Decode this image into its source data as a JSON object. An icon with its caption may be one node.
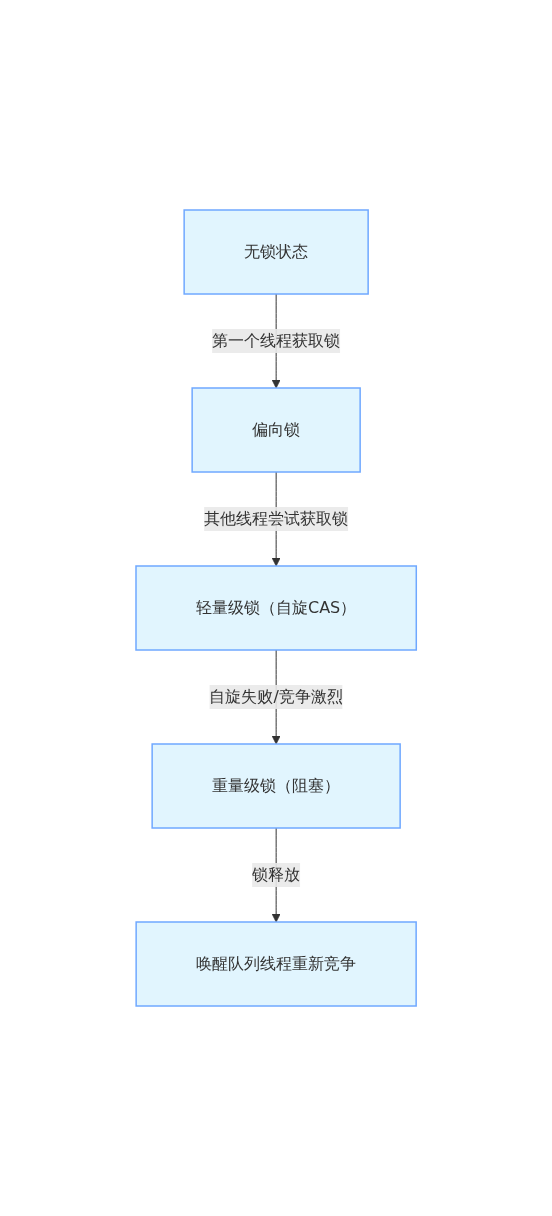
{
  "diagram": {
    "nodes": [
      {
        "text": [
          "无锁状态"
        ]
      },
      {
        "text": [
          "偏向锁"
        ]
      },
      {
        "text": [
          "轻量级锁（自旋CAS）"
        ]
      },
      {
        "text": [
          "重量级锁（阻塞）"
        ]
      },
      {
        "text": [
          "唤醒队列线程重新竞争"
        ]
      }
    ],
    "edges": [
      {
        "from": 0,
        "to": 1,
        "arrow": "to",
        "label": "第一个线程获取锁"
      },
      {
        "from": 1,
        "to": 2,
        "arrow": "to",
        "label": "其他线程尝试获取锁"
      },
      {
        "from": 2,
        "to": 3,
        "arrow": "to",
        "label": "自旋失败/竞争激烈"
      },
      {
        "from": 3,
        "to": 4,
        "arrow": "to",
        "label": "锁释放"
      }
    ]
  }
}
